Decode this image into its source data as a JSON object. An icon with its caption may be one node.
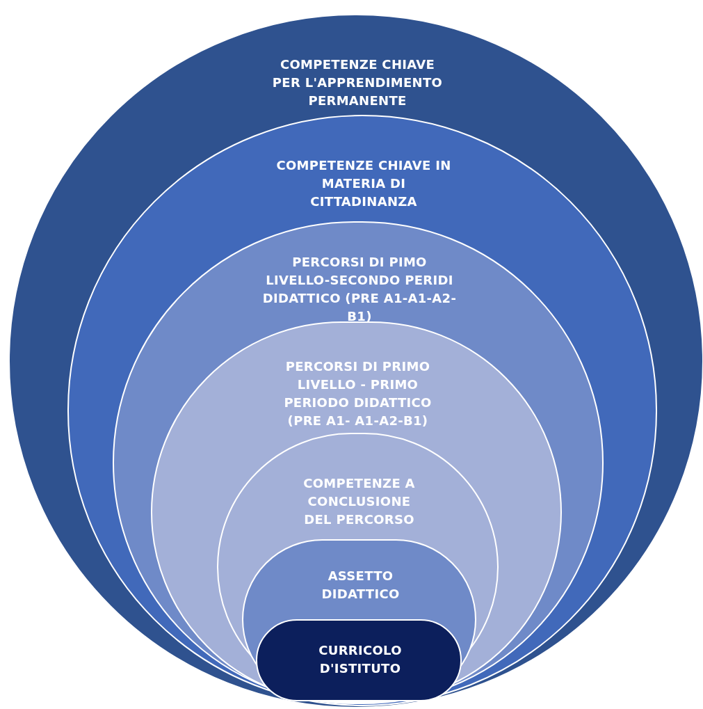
{
  "diagram": {
    "nodes": [
      {
        "text": [
          "COMPETENZE CHIAVE PER L'APPRENDIMENTO PERMANENTE"
        ]
      },
      {
        "text": [
          "COMPETENZE CHIAVE IN MATERIA DI CITTADINANZA"
        ],
        "in": 0
      },
      {
        "text": [
          "PERCORSI DI PIMO LIVELLO-SECONDO PERIDI DIDATTICO (PRE A1-A1-A2-B1)"
        ],
        "in": 1
      },
      {
        "text": [
          "PERCORSI DI PRIMO LIVELLO - PRIMO PERIODO DIDATTICO (PRE A1- A1-A2-B1)"
        ],
        "in": 2
      },
      {
        "text": [
          "COMPETENZE A CONCLUSIONE DEL PERCORSO"
        ],
        "in": 3
      },
      {
        "text": [
          "ASSETTO DIDATTICO"
        ],
        "in": 4
      },
      {
        "text": [
          "CURRICOLO D'ISTITUTO"
        ],
        "in": 5
      }
    ]
  }
}
